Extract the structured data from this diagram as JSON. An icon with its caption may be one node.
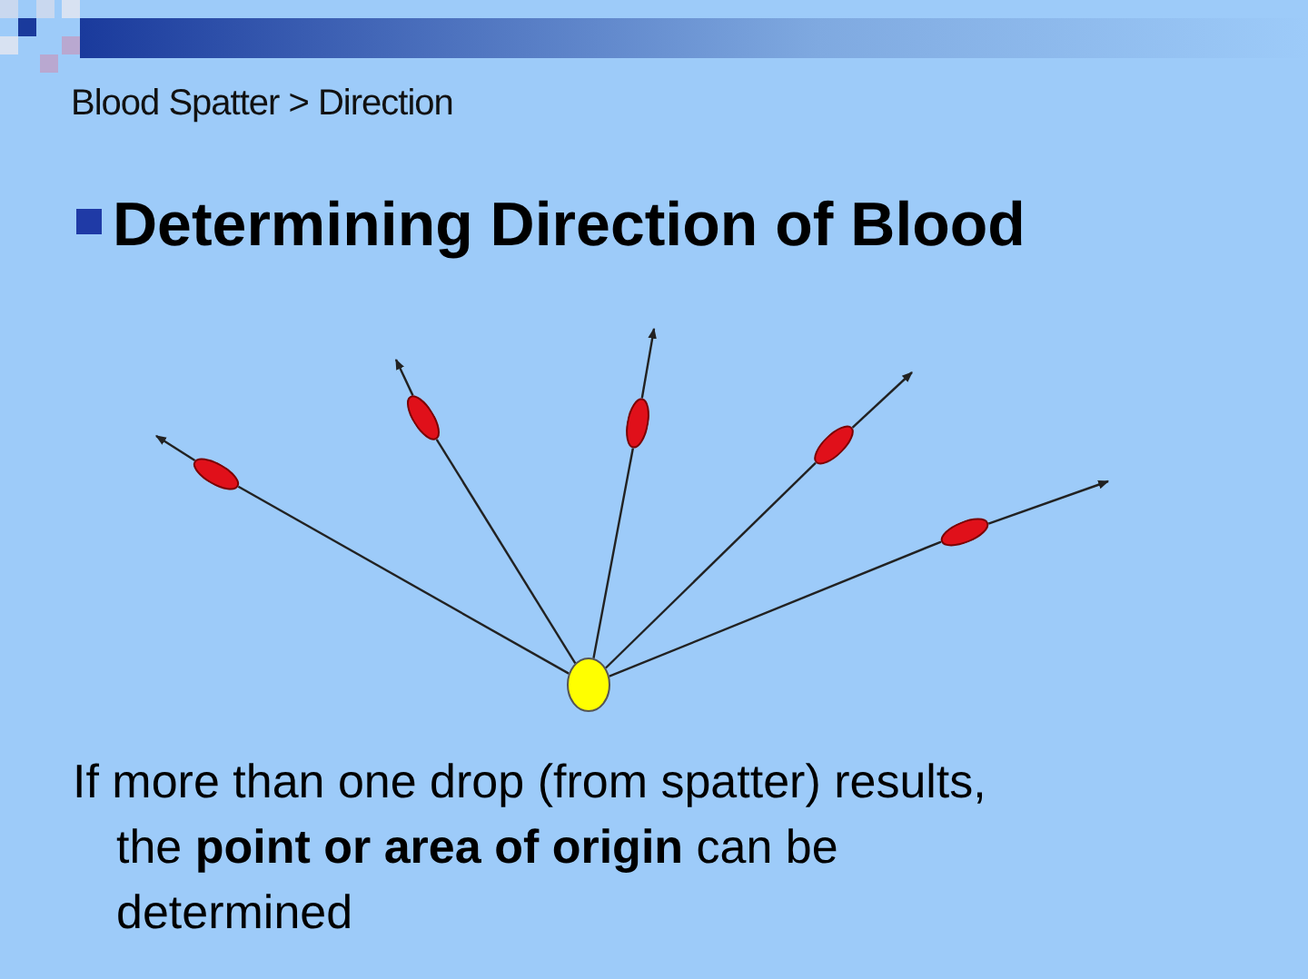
{
  "diagram": {
    "title": "Determining Direction of Blood",
    "nodes": [
      {
        "text": [],
        "shape": "circle"
      },
      {
        "text": [],
        "shape": "ellipse"
      },
      {
        "text": [],
        "shape": "ellipse"
      },
      {
        "text": [],
        "shape": "ellipse"
      },
      {
        "text": [],
        "shape": "ellipse"
      },
      {
        "text": [],
        "shape": "ellipse"
      }
    ],
    "edges": [
      {
        "from": 0,
        "to": 1,
        "arrow": "none"
      },
      {
        "from": 1,
        "to": null,
        "arrow": "to"
      },
      {
        "from": 0,
        "to": 2,
        "arrow": "none"
      },
      {
        "from": 2,
        "to": null,
        "arrow": "to"
      },
      {
        "from": 0,
        "to": 3,
        "arrow": "none"
      },
      {
        "from": 3,
        "to": null,
        "arrow": "to"
      },
      {
        "from": 0,
        "to": 4,
        "arrow": "none"
      },
      {
        "from": 4,
        "to": null,
        "arrow": "to"
      },
      {
        "from": 0,
        "to": 5,
        "arrow": "none"
      },
      {
        "from": 5,
        "to": null,
        "arrow": "to"
      }
    ],
    "labels": [
      "Blood Spatter > Direction",
      "If more than one drop (from spatter) results, the **point or area of origin** can be determined"
    ]
  }
}
